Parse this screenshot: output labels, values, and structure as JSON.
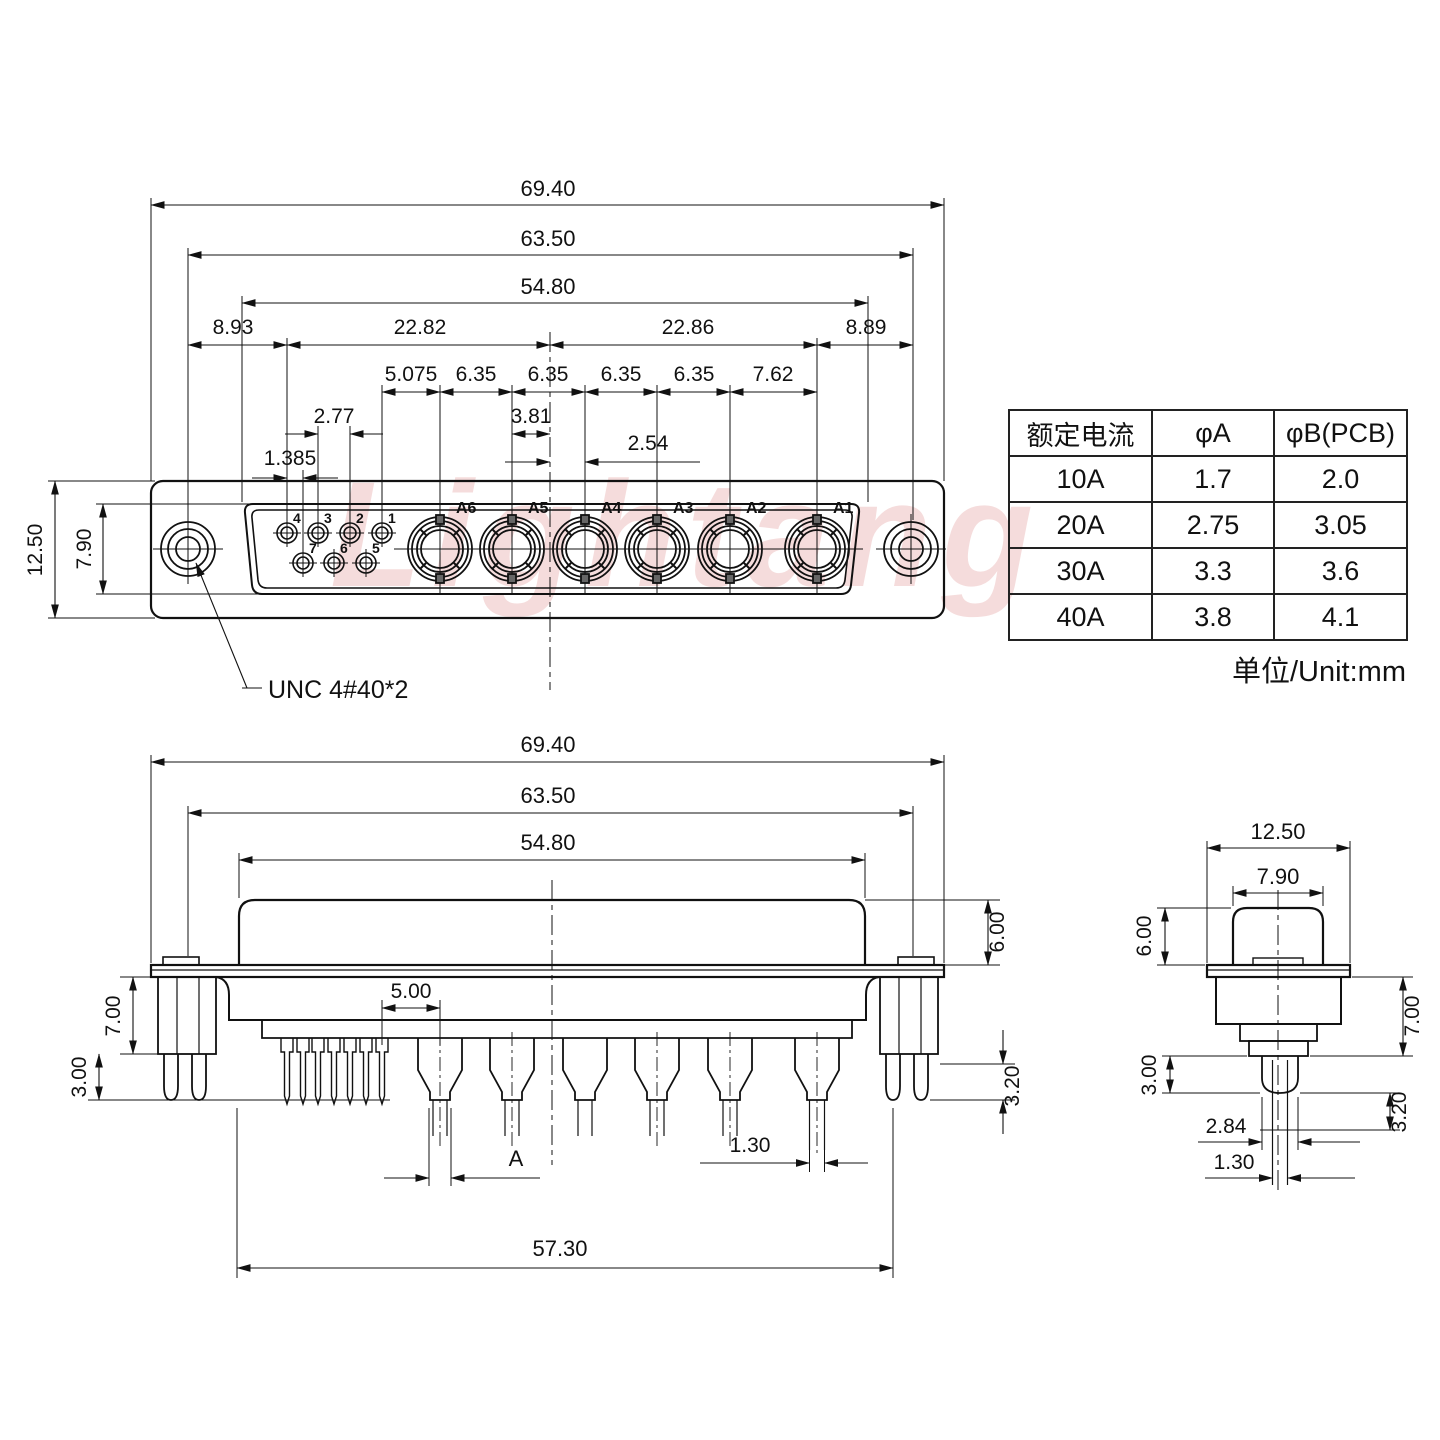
{
  "watermark": "Lightang",
  "unc_label": "UNC 4#40*2",
  "unit_note": "单位/Unit:mm",
  "table": {
    "headers": [
      "额定电流",
      "φA",
      "φB(PCB)"
    ],
    "rows": [
      [
        "10A",
        "1.7",
        "2.0"
      ],
      [
        "20A",
        "2.75",
        "3.05"
      ],
      [
        "30A",
        "3.3",
        "3.6"
      ],
      [
        "40A",
        "3.8",
        "4.1"
      ]
    ]
  },
  "front_view": {
    "contact_labels": [
      "A6",
      "A5",
      "A4",
      "A3",
      "A2",
      "A1"
    ],
    "pin_labels_top": [
      "4",
      "3",
      "2",
      "1"
    ],
    "pin_labels_bottom": [
      "7",
      "6",
      "5"
    ],
    "dims": {
      "overall_w": "69.40",
      "mount_pitch": "63.50",
      "opening_w": "54.80",
      "left_offset": "8.93",
      "left_span": "22.82",
      "right_span": "22.86",
      "right_offset": "8.89",
      "pitch": [
        "5.075",
        "6.35",
        "6.35",
        "6.35",
        "6.35",
        "7.62"
      ],
      "small_pitch": "2.77",
      "row_offset": "3.81",
      "center_gap": "2.54",
      "half_pitch": "1.385",
      "overall_h": "12.50",
      "opening_h": "7.90"
    }
  },
  "bottom_view": {
    "dims": {
      "overall_w": "69.40",
      "mount_pitch": "63.50",
      "opening_w": "54.80",
      "pin_gap": "5.00",
      "body_h": "7.00",
      "pin_tail": "3.00",
      "shroud_h": "6.00",
      "tip_len": "3.20",
      "wire_d": "1.30",
      "a_ref": "A",
      "span": "57.30"
    }
  },
  "side_view": {
    "dims": {
      "depth": "12.50",
      "shroud_d": "7.90",
      "shroud_h": "6.00",
      "body_h": "7.00",
      "pin_tail": "3.00",
      "tip_len": "3.20",
      "tube_d": "2.84",
      "wire_d": "1.30"
    }
  }
}
